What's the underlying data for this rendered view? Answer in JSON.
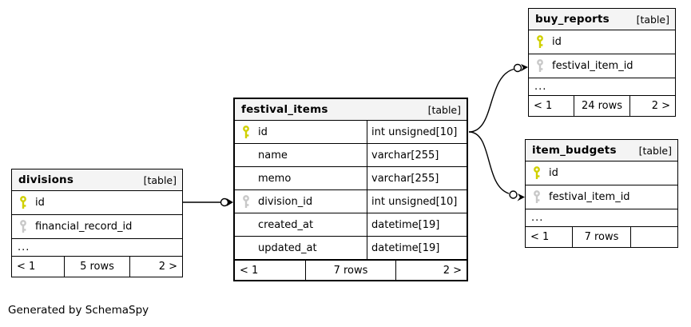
{
  "footer_note": "Generated by SchemaSpy",
  "colors": {
    "primary_key_icon": "#d0d000",
    "foreign_key_icon": "#c8c8c8",
    "table_header_bg": "#f4f4f4",
    "border": "#000000"
  },
  "tables": {
    "divisions": {
      "title": "divisions",
      "badge": "[table]",
      "columns": [
        {
          "name": "id",
          "icon": "primary-key"
        },
        {
          "name": "financial_record_id",
          "icon": "foreign-key"
        }
      ],
      "more": "...",
      "pager": {
        "first": "< 1",
        "rows": "5 rows",
        "last": "2 >"
      }
    },
    "festival_items": {
      "title": "festival_items",
      "badge": "[table]",
      "columns": [
        {
          "name": "id",
          "type": "int unsigned[10]",
          "icon": "primary-key"
        },
        {
          "name": "name",
          "type": "varchar[255]",
          "icon": "none"
        },
        {
          "name": "memo",
          "type": "varchar[255]",
          "icon": "none"
        },
        {
          "name": "division_id",
          "type": "int unsigned[10]",
          "icon": "foreign-key"
        },
        {
          "name": "created_at",
          "type": "datetime[19]",
          "icon": "none"
        },
        {
          "name": "updated_at",
          "type": "datetime[19]",
          "icon": "none"
        }
      ],
      "pager": {
        "first": "< 1",
        "rows": "7 rows",
        "last": "2 >"
      }
    },
    "buy_reports": {
      "title": "buy_reports",
      "badge": "[table]",
      "columns": [
        {
          "name": "id",
          "icon": "primary-key"
        },
        {
          "name": "festival_item_id",
          "icon": "foreign-key"
        }
      ],
      "more": "...",
      "pager": {
        "first": "< 1",
        "rows": "24 rows",
        "last": "2 >"
      }
    },
    "item_budgets": {
      "title": "item_budgets",
      "badge": "[table]",
      "columns": [
        {
          "name": "id",
          "icon": "primary-key"
        },
        {
          "name": "festival_item_id",
          "icon": "foreign-key"
        }
      ],
      "more": "...",
      "pager": {
        "first": "< 1",
        "rows": "7 rows",
        "last": ""
      }
    }
  },
  "relationships": [
    {
      "from": "divisions.id",
      "to": "festival_items.division_id"
    },
    {
      "from": "festival_items.id",
      "to": "buy_reports.festival_item_id"
    },
    {
      "from": "festival_items.id",
      "to": "item_budgets.festival_item_id"
    }
  ]
}
